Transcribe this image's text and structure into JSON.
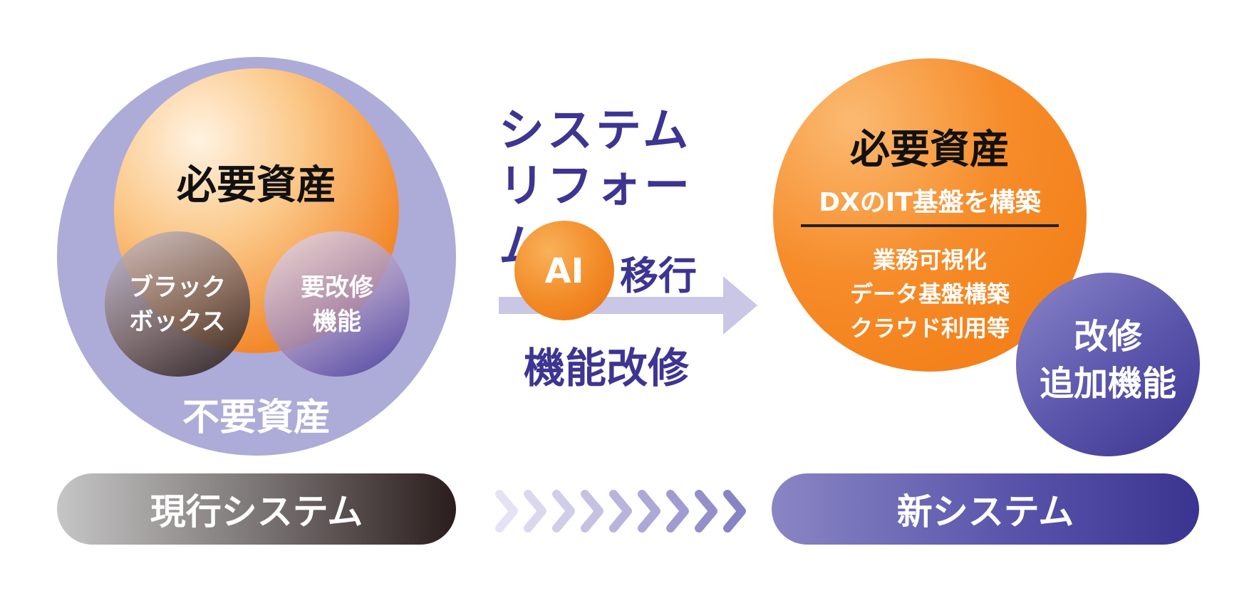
{
  "current_system": {
    "needed_assets": "必要資産",
    "black_box": "ブラック\nボックス",
    "needs_repair": "要改修\n機能",
    "unneeded_assets": "不要資産",
    "label": "現行システム"
  },
  "middle": {
    "title": "システム\nリフォーム",
    "registered_mark": "®",
    "ai_badge": "AI",
    "migration": "移行",
    "function_modification": "機能改修"
  },
  "new_system": {
    "needed_assets": "必要資産",
    "dx_foundation": "DXのIT基盤を構築",
    "items": [
      "業務可視化",
      "データ基盤構築",
      "クラウド利用等"
    ],
    "modified_added": "改修\n追加機能",
    "label": "新システム"
  },
  "colors": {
    "navy": "#3d3591",
    "orange": "#f27a11",
    "lavender": "#adabd8"
  }
}
